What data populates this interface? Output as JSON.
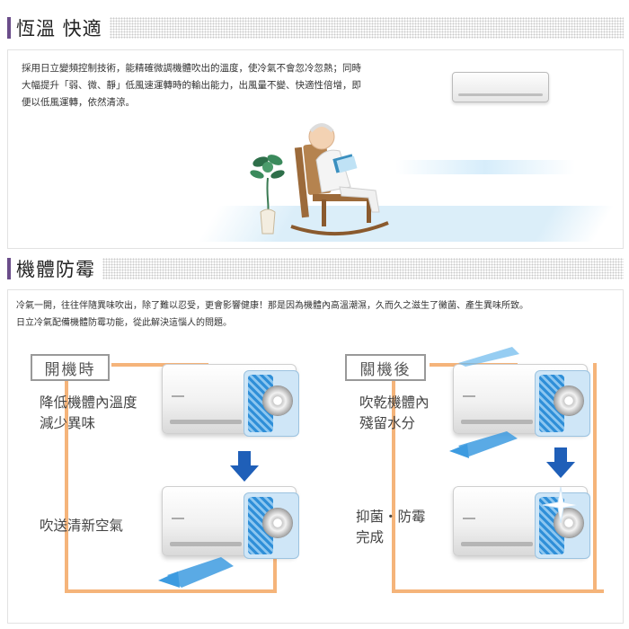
{
  "section1": {
    "title": "恆溫 快適",
    "lines": [
      "採用日立變頻控制技術，能精確微調機體吹出的溫度，使冷氣不會忽冷忽熱；同時",
      "大幅提升「弱、微、靜」低風速運轉時的輸出能力，出風量不變、快適性倍增，即",
      "便以低風運轉，依然清涼。"
    ]
  },
  "section2": {
    "title": "機體防霉",
    "lines": [
      "冷氣一開，往往伴隨異味吹出，除了難以忍受，更會影響健康！那是因為機體內高溫潮濕，久而久之滋生了黴菌、產生異味所致。",
      "日立冷氣配備機體防霉功能，從此解決這惱人的問題。"
    ],
    "on_label": "開機時",
    "off_label": "關機後",
    "on_step1": [
      "降低機體內溫度",
      "減少異味"
    ],
    "on_step2": [
      "吹送清新空氣"
    ],
    "off_step1": [
      "吹乾機體內",
      "殘留水分"
    ],
    "off_step2": [
      "抑菌・防霉",
      "完成"
    ]
  },
  "colors": {
    "accent_bar": "#6b4d8a",
    "flow_line": "#f5b47a",
    "arrow_blue": "#1f5fb8",
    "airflow_blue": "#3d9be0"
  }
}
